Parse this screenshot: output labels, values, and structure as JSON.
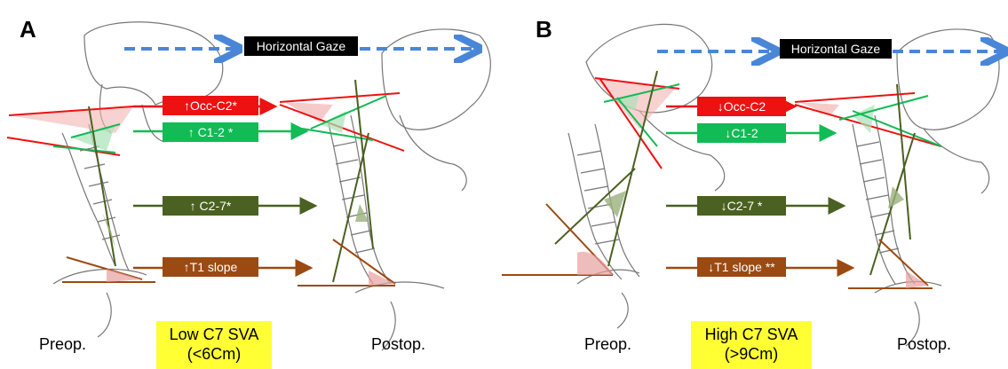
{
  "panels": {
    "a": {
      "letter": "A",
      "gaze_label": "Horizontal Gaze",
      "arrows": {
        "occ": "↑Occ-C2*",
        "c12": "↑ C1-2 *",
        "c27": "↑ C2-7*",
        "t1": "↑T1 slope"
      },
      "preop": "Preop.",
      "postop": "Postop.",
      "sva_line1": "Low C7 SVA",
      "sva_line2": "(<6Cm)"
    },
    "b": {
      "letter": "B",
      "gaze_label": "Horizontal Gaze",
      "arrows": {
        "occ": "↓Occ-C2",
        "c12": "↓C1-2",
        "c27": "↓C2-7 *",
        "t1": "↓T1 slope **"
      },
      "preop": "Preop.",
      "postop": "Postop.",
      "sva_line1": "High C7 SVA",
      "sva_line2": "(>9Cm)"
    }
  },
  "colors": {
    "red": "#ee1111",
    "green": "#11bb55",
    "olive": "#4a6121",
    "brown": "#9b4a12",
    "gaze_arrow": "#4a86d8",
    "highlight": "#ffff33"
  }
}
